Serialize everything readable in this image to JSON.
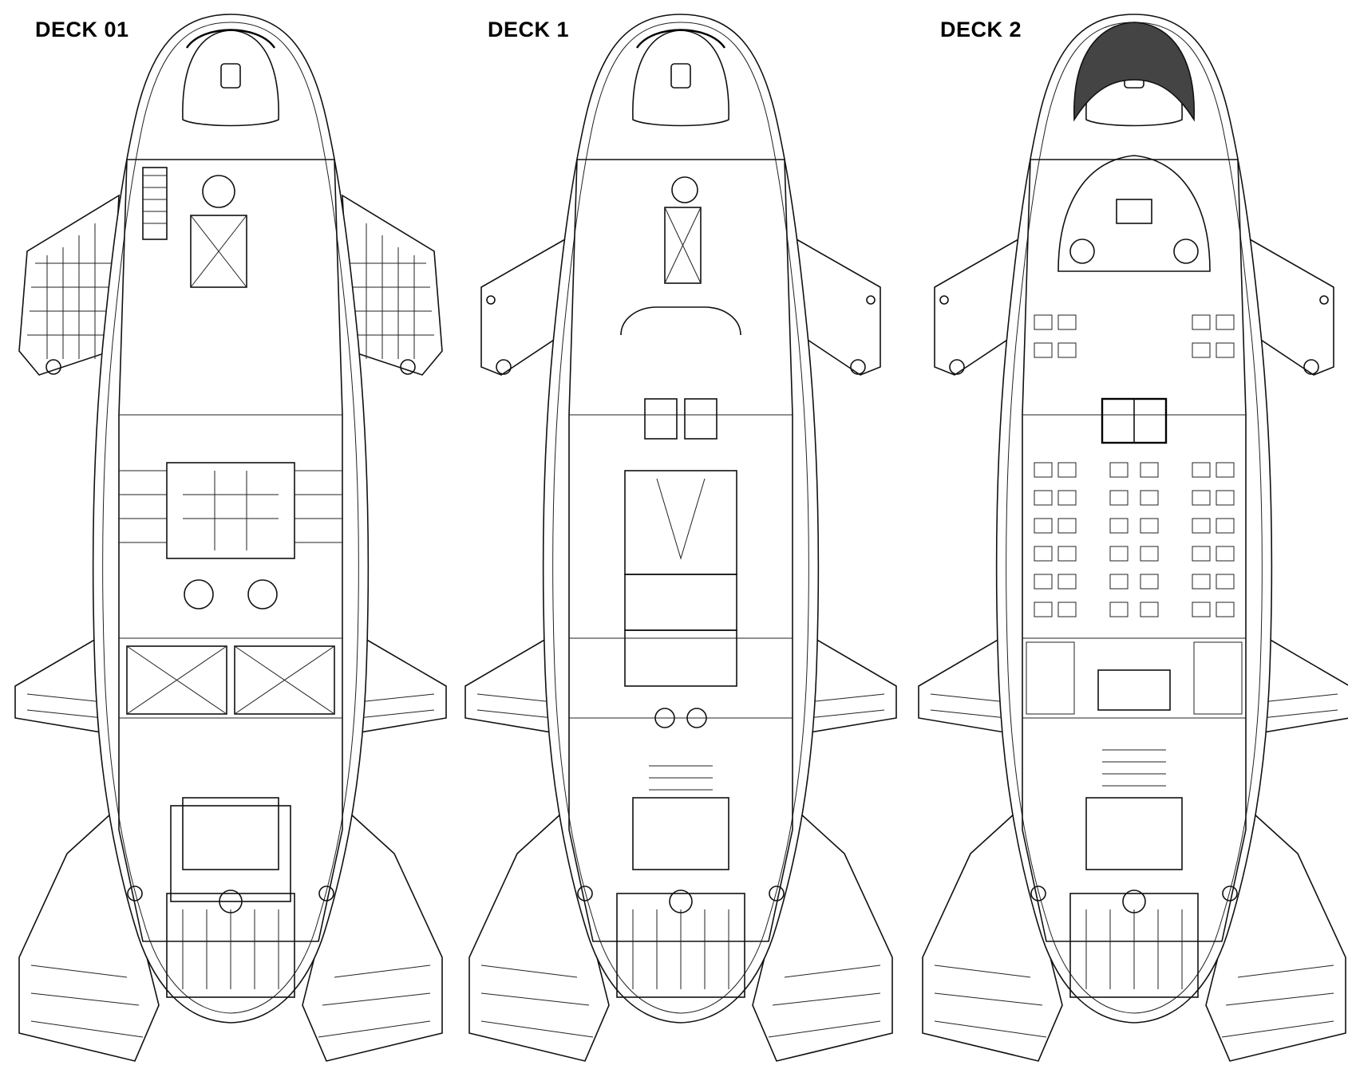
{
  "decks": [
    {
      "id": "deck-01",
      "title": "DECK 01"
    },
    {
      "id": "deck-1",
      "title": "DECK 1"
    },
    {
      "id": "deck-2",
      "title": "DECK 2"
    }
  ],
  "colors": {
    "line": "#111111",
    "canopy_fill": "#444444",
    "background": "#ffffff"
  }
}
